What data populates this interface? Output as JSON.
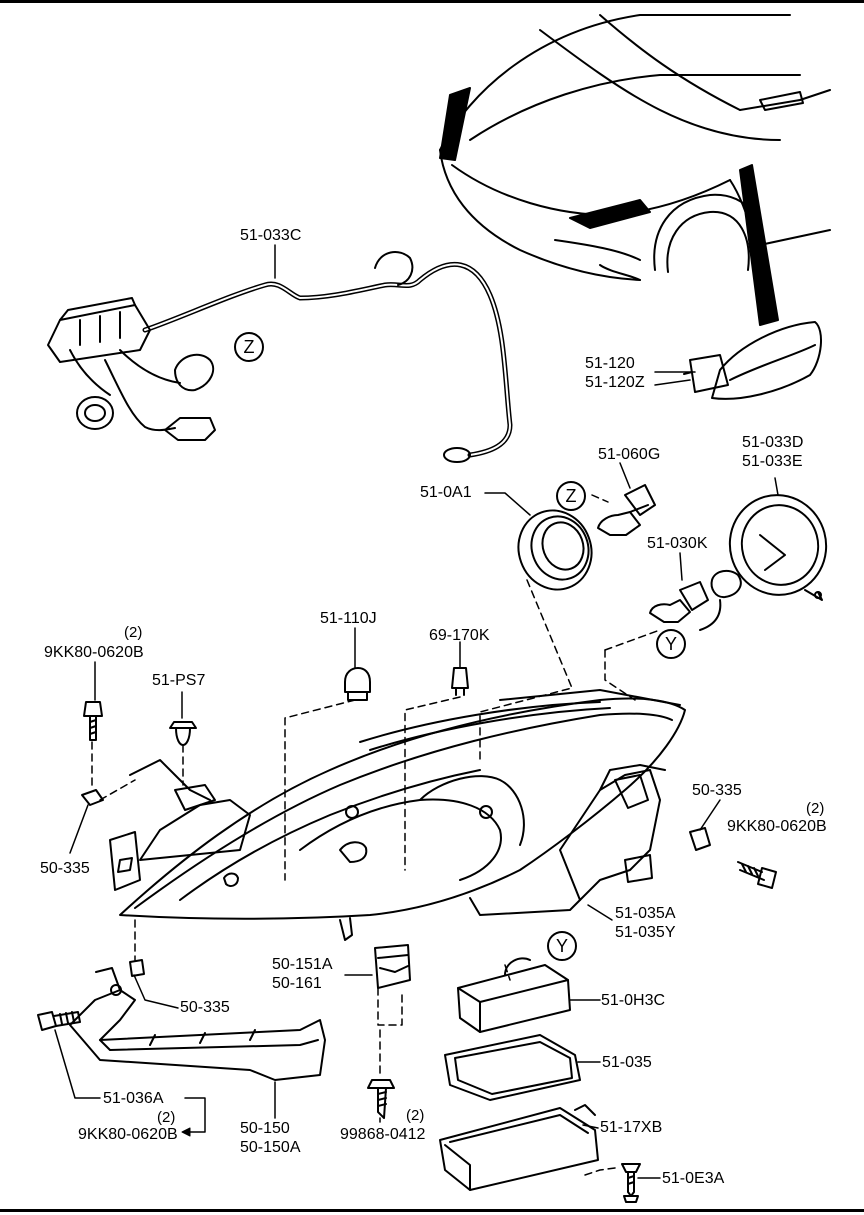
{
  "labels": {
    "harness": "51-033C",
    "side_marker_a": "51-120",
    "side_marker_b": "51-120Z",
    "bulb_main": "51-060G",
    "cap_a1": "51-0A1",
    "cap_d": "51-033D",
    "cap_e": "51-033E",
    "bulb_030k": "51-030K",
    "bulb_110j": "51-110J",
    "bulb_170k": "69-170K",
    "bolt_top_left": "9KK80-0620B",
    "bolt_top_left_qty": "(2)",
    "ps7": "51-PS7",
    "clip_left": "50-335",
    "clip_right": "50-335",
    "bolt_right": "9KK80-0620B",
    "bolt_right_qty": "(2)",
    "bracket_a": "51-035A",
    "bracket_y": "51-035Y",
    "part_151a": "50-151A",
    "part_161": "50-161",
    "clip_lower": "50-335",
    "ballast_cover": "51-0H3C",
    "gasket": "51-035",
    "ballast": "51-17XB",
    "screw_e3a": "51-0E3A",
    "bracket_036a": "51-036A",
    "bolt_bottom": "9KK80-0620B",
    "bolt_bottom_qty": "(2)",
    "lower_150": "50-150",
    "lower_150a": "50-150A",
    "screw_99868": "99868-0412",
    "screw_99868_qty": "(2)"
  },
  "refs": {
    "z1": "Z",
    "z2": "Z",
    "y1": "Y",
    "y2": "Y"
  }
}
